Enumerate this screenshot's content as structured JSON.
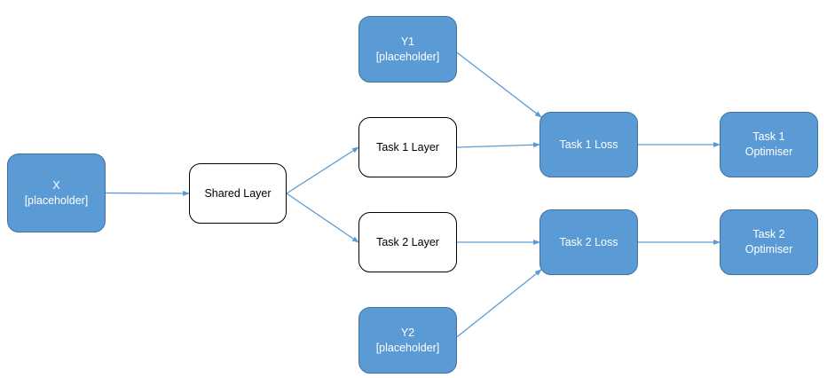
{
  "diagram": {
    "colors": {
      "filled_node": "#5b9bd5",
      "filled_border": "#41719c",
      "outline_node": "#ffffff",
      "outline_border": "#000000",
      "edge": "#5b9bd5"
    },
    "nodes": {
      "x": "X\n[placeholder]",
      "shared": "Shared Layer",
      "task1_layer": "Task 1 Layer",
      "task2_layer": "Task 2 Layer",
      "y1": "Y1\n[placeholder]",
      "y2": "Y2\n[placeholder]",
      "task1_loss": "Task 1 Loss",
      "task2_loss": "Task 2 Loss",
      "task1_opt": "Task 1\nOptimiser",
      "task2_opt": "Task 2\nOptimiser"
    },
    "edges": [
      [
        "x",
        "shared"
      ],
      [
        "shared",
        "task1_layer"
      ],
      [
        "shared",
        "task2_layer"
      ],
      [
        "y1",
        "task1_loss"
      ],
      [
        "task1_layer",
        "task1_loss"
      ],
      [
        "task2_layer",
        "task2_loss"
      ],
      [
        "y2",
        "task2_loss"
      ],
      [
        "task1_loss",
        "task1_opt"
      ],
      [
        "task2_loss",
        "task2_opt"
      ]
    ]
  }
}
